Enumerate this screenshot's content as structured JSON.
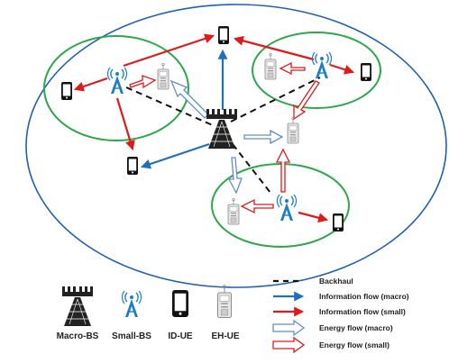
{
  "legend": {
    "backhaul": "Backhaul",
    "info_macro": "Information flow (macro)",
    "info_small": "Information flow (small)",
    "energy_macro": "Energy flow (macro)",
    "energy_small": "Energy flow (small)"
  },
  "node_legend": {
    "macro_bs": "Macro-BS",
    "small_bs": "Small-BS",
    "id_ue": "ID-UE",
    "eh_ue": "EH-UE"
  },
  "colors": {
    "macro_cell": "#1f5fb5",
    "small_cell": "#2aa84a",
    "info_macro": "#1f6fc0",
    "info_small": "#e0191b",
    "energy_macro": "#5f8fc8",
    "energy_small": "#e0191b",
    "small_bs": "#1b7fc4",
    "macro_bs": "#222222"
  },
  "icons": [
    "macro-bs-icon",
    "small-bs-icon",
    "id-ue-phone-icon",
    "eh-ue-device-icon"
  ]
}
